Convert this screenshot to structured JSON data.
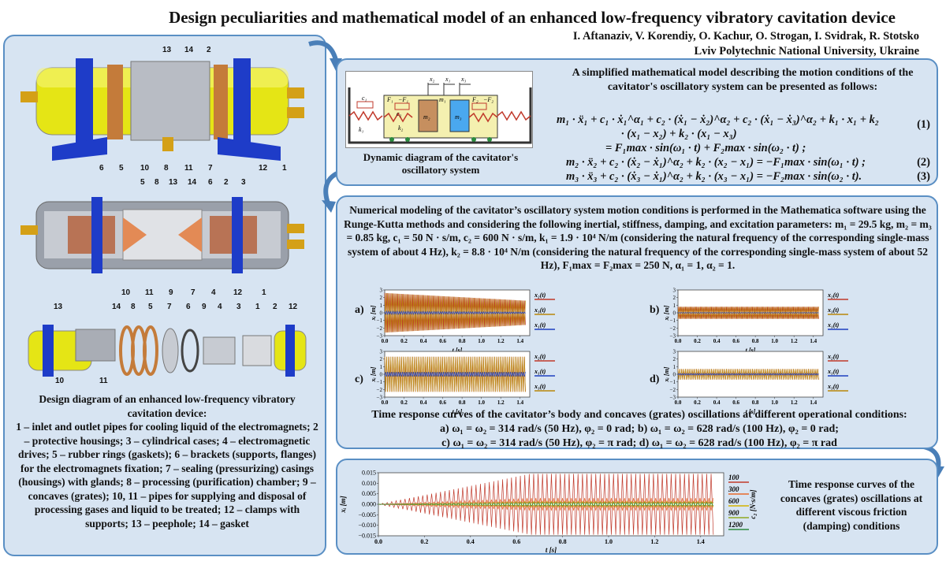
{
  "header": {
    "title": "Design peculiarities and mathematical model of an enhanced low-frequency vibratory cavitation device",
    "authors": "I. Aftanaziv, V. Korendiy, O. Kachur, O. Strogan, I. Svidrak, R. Stotsko",
    "affiliation": "Lviv Polytechnic National University, Ukraine"
  },
  "left_panel": {
    "caption_title": "Design diagram of an enhanced low-frequency vibratory cavitation device:",
    "caption_body": "1 – inlet and outlet pipes for cooling liquid of the electromagnets; 2 – protective housings; 3 – cylindrical cases; 4 – electromagnetic drives; 5 – rubber rings (gaskets); 6 – brackets (supports, flanges) for the electromagnets fixation; 7 – sealing (pressurizing) casings (housings) with glands; 8 – processing (purification) chamber; 9 – concaves (grates); 10, 11 – pipes for supplying and disposal of processing gases and liquid to be treated; 12 – clamps with supports; 13 – peephole; 14 – gasket",
    "view1_labels": [
      "13",
      "14",
      "2",
      "6",
      "5",
      "10",
      "8",
      "11",
      "7",
      "12",
      "1"
    ],
    "view2_labels": [
      "5",
      "8",
      "13",
      "14",
      "6",
      "2",
      "3",
      "10",
      "11",
      "9",
      "7",
      "4",
      "12",
      "1"
    ],
    "view3_labels": [
      "13",
      "14",
      "8",
      "5",
      "7",
      "6",
      "9",
      "4",
      "3",
      "1",
      "2",
      "12",
      "10",
      "11"
    ]
  },
  "top_right": {
    "diagram_caption": "Dynamic diagram of the cavitator's oscillatory system",
    "diagram_labels": {
      "x2": "x₂",
      "x1": "x₁",
      "x3": "x₃",
      "m1": "m₁",
      "m2": "m₂",
      "m3": "m₃",
      "F1": "F₁",
      "mF1": "−F₁",
      "F2": "F₂",
      "mF2": "−F₂",
      "c1": "c₁",
      "c2": "c₂",
      "k1": "k₁",
      "k2": "k₂"
    },
    "intro": "A simplified mathematical model describing the motion conditions of the cavitator's oscillatory system can be presented as follows:",
    "eq1_line1": "m₁ · ẍ₁ + c₁ · ẋ₁^α₁ + c₂ · (ẋ₁ − ẋ₂)^α₂ + c₂ · (ẋ₁ − ẋ₃)^α₂ + k₁ · x₁ + k₂",
    "eq1_line2": "· (x₁ − x₂) + k₂ · (x₁ − x₃)",
    "eq1_line3": "= F₁max · sin(ω₁ · t) + F₂max · sin(ω₂ · t) ;",
    "eq2": "m₂ · ẍ₂ + c₂ · (ẋ₂ − ẋ₁)^α₂ + k₂ · (x₂ − x₁) = −F₁max · sin(ω₁ · t) ;",
    "eq3": "m₃ · ẍ₃ + c₂ · (ẋ₃ − ẋ₁)^α₂ + k₂ · (x₃ − x₁) = −F₂max · sin(ω₂ · t).",
    "eq_nums": [
      "(1)",
      "(2)",
      "(3)"
    ]
  },
  "mid_right": {
    "text": "Numerical modeling of the cavitator’s oscillatory system motion conditions is performed in the Mathematica software using the Runge-Kutta methods and considering the following inertial, stiffness, damping, and excitation parameters: m₁ = 29.5 kg, m₂ = m₃ = 0.85 kg, c₁ = 50 N · s/m, c₂ = 600 N · s/m, k₁ = 1.9 · 10⁴ N/m (considering the natural frequency of the corresponding single-mass system of about 4 Hz), k₂ = 8.8 · 10⁴ N/m (considering the natural frequency of the corresponding single-mass system of about 52 Hz), F₁max = F₂max = 250 N, α₁ = 1, α₂ = 1.",
    "plot_labels": [
      "a)",
      "b)",
      "c)",
      "d)"
    ],
    "caption_line1": "Time response curves of the cavitator’s body and concaves (grates) oscillations at different operational conditions:",
    "caption_line2": "a) ω₁ = ω₂ = 314 rad/s (50 Hz), φ₂ = 0 rad;   b) ω₁ = ω₂ = 628 rad/s (100 Hz), φ₂ = 0 rad;",
    "caption_line3": "c) ω₁ = ω₂ = 314 rad/s (50 Hz), φ₂ = π rad;   d) ω₁ = ω₂ = 628 rad/s (100 Hz), φ₂ = π rad"
  },
  "bottom_right": {
    "caption": "Time response curves of the concaves (grates) oscillations at different viscous friction (damping) conditions"
  },
  "chart_data": [
    {
      "id": "a",
      "type": "line",
      "xlabel": "t [s]",
      "ylabel": "xᵢ [m]",
      "xlim": [
        0,
        1.5
      ],
      "ylim": [
        -3,
        3
      ],
      "xticks": [
        "0.0",
        "0.2",
        "0.4",
        "0.6",
        "0.8",
        "1.0",
        "1.2",
        "1.4"
      ],
      "yticks": [
        "3",
        "2",
        "1",
        "0",
        "−1",
        "−2",
        "−3"
      ],
      "series": [
        {
          "name": "x₂(t)",
          "color": "#c0392b",
          "amplitude_start": 2.6,
          "amplitude_end": 1.6
        },
        {
          "name": "x₃(t)",
          "color": "#b8860b",
          "amplitude_start": 2.6,
          "amplitude_end": 1.6
        },
        {
          "name": "x₁(t)",
          "color": "#1f3fbf",
          "amplitude_start": 0.2,
          "amplitude_end": 0.1
        }
      ]
    },
    {
      "id": "b",
      "type": "line",
      "xlabel": "t [s]",
      "ylabel": "xᵢ [m]",
      "xlim": [
        0,
        1.5
      ],
      "ylim": [
        -3,
        3
      ],
      "xticks": [
        "0.0",
        "0.2",
        "0.4",
        "0.6",
        "0.8",
        "1.0",
        "1.2",
        "1.4"
      ],
      "yticks": [
        "3",
        "2",
        "1",
        "0",
        "−1",
        "−2",
        "−3"
      ],
      "series": [
        {
          "name": "x₂(t)",
          "color": "#c0392b",
          "amplitude_start": 0.8,
          "amplitude_end": 0.8
        },
        {
          "name": "x₃(t)",
          "color": "#b8860b",
          "amplitude_start": 0.8,
          "amplitude_end": 0.8
        },
        {
          "name": "x₁(t)",
          "color": "#1f3fbf",
          "amplitude_start": 0.05,
          "amplitude_end": 0.05
        }
      ]
    },
    {
      "id": "c",
      "type": "line",
      "xlabel": "t [s]",
      "ylabel": "xᵢ [m]",
      "xlim": [
        0,
        1.5
      ],
      "ylim": [
        -3,
        3
      ],
      "xticks": [
        "0.0",
        "0.2",
        "0.4",
        "0.6",
        "0.8",
        "1.0",
        "1.2",
        "1.4"
      ],
      "yticks": [
        "3",
        "2",
        "1",
        "0",
        "−1",
        "−2",
        "−3"
      ],
      "series": [
        {
          "name": "x₂(t)",
          "color": "#c0392b",
          "amplitude_start": 2.3,
          "amplitude_end": 2.3
        },
        {
          "name": "x₁(t)",
          "color": "#1f3fbf",
          "amplitude_start": 0.3,
          "amplitude_end": 0.3
        },
        {
          "name": "x₃(t)",
          "color": "#b8860b",
          "amplitude_start": 2.3,
          "amplitude_end": 2.3
        }
      ]
    },
    {
      "id": "d",
      "type": "line",
      "xlabel": "t [s]",
      "ylabel": "xᵢ [m]",
      "xlim": [
        0,
        1.5
      ],
      "ylim": [
        -3,
        3
      ],
      "xticks": [
        "0.0",
        "0.2",
        "0.4",
        "0.6",
        "0.8",
        "1.0",
        "1.2",
        "1.4"
      ],
      "yticks": [
        "3",
        "2",
        "1",
        "0",
        "−1",
        "−2",
        "−3"
      ],
      "series": [
        {
          "name": "x₂(t)",
          "color": "#c0392b",
          "amplitude_start": 0.7,
          "amplitude_end": 0.7
        },
        {
          "name": "x₁(t)",
          "color": "#1f3fbf",
          "amplitude_start": 0.1,
          "amplitude_end": 0.1
        },
        {
          "name": "x₃(t)",
          "color": "#b8860b",
          "amplitude_start": 0.7,
          "amplitude_end": 0.7
        }
      ]
    },
    {
      "id": "damping",
      "type": "line",
      "xlabel": "t [s]",
      "ylabel": "xᵢ [m]",
      "xlim": [
        0,
        1.5
      ],
      "ylim": [
        -0.015,
        0.015
      ],
      "xticks": [
        "0.0",
        "0.2",
        "0.4",
        "0.6",
        "0.8",
        "1.0",
        "1.2",
        "1.4"
      ],
      "yticks": [
        "0.015",
        "0.010",
        "0.005",
        "0.000",
        "−0.005",
        "−0.010",
        "−0.015"
      ],
      "legend_title": "c₂ [N·s/m]",
      "series": [
        {
          "name": "100",
          "color": "#c0392b",
          "amplitude_start": 0.0,
          "amplitude_end": 0.0145
        },
        {
          "name": "300",
          "color": "#e86a2a",
          "amplitude_start": 0.0,
          "amplitude_end": 0.003
        },
        {
          "name": "600",
          "color": "#d4b200",
          "amplitude_start": 0.0,
          "amplitude_end": 0.0015
        },
        {
          "name": "900",
          "color": "#8fa822",
          "amplitude_start": 0.0,
          "amplitude_end": 0.001
        },
        {
          "name": "1200",
          "color": "#2b8a3e",
          "amplitude_start": 0.0,
          "amplitude_end": 0.0008
        }
      ]
    }
  ]
}
